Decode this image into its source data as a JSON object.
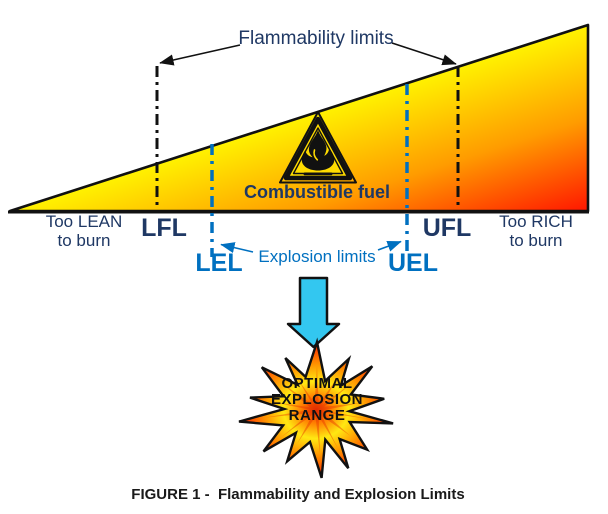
{
  "figure": {
    "caption": "FIGURE 1 -  Flammability and Explosion Limits"
  },
  "diagram": {
    "flammability_label": "Flammability limits",
    "explosion_label": "Explosion limits",
    "combustible_label": "Combustible fuel",
    "too_lean": {
      "line1": "Too LEAN",
      "line2": "to burn"
    },
    "too_rich": {
      "line1": "Too RICH",
      "line2": "to burn"
    },
    "limits": {
      "lfl": "LFL",
      "lel": "LEL",
      "uel": "UEL",
      "ufl": "UFL"
    },
    "burst": {
      "line1": "OPTIMAL",
      "line2": "EXPLOSION",
      "line3": "RANGE"
    }
  },
  "icons": {
    "hazard": "flammable-warning-triangle ⚠",
    "down_arrow": "thick-down-arrow ⬇",
    "explosion": "starburst ✸"
  },
  "colors": {
    "navy": "#1F3864",
    "blue": "#0070C0",
    "cyan": "#33C7F0",
    "wedge_yellow": "#FFF200",
    "wedge_orange": "#FF9C00",
    "wedge_red": "#FF1500",
    "sign_yellow": "#FFDC00",
    "burst_core": "#E02800",
    "burst_yellow": "#FFE812",
    "burst_red": "#FF1E00"
  }
}
